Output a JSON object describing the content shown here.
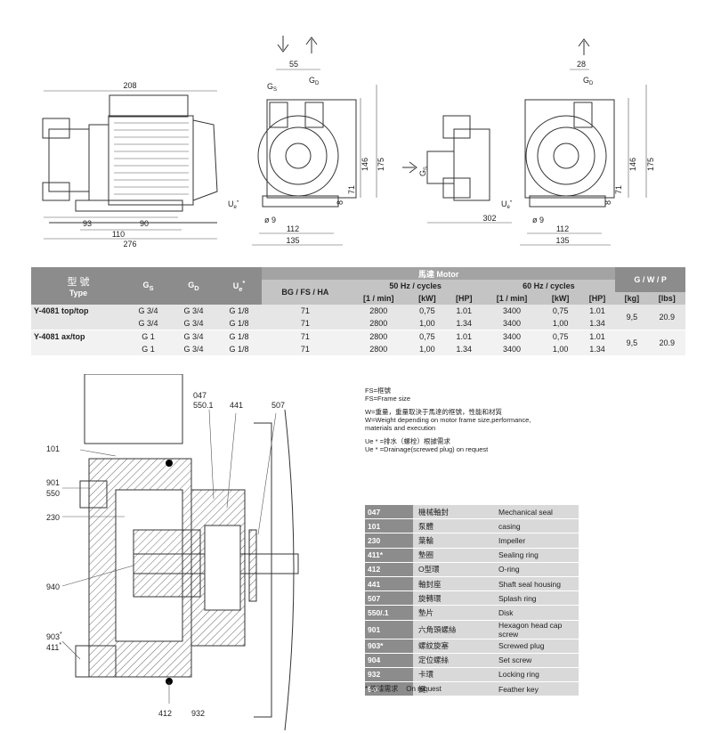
{
  "dims": {
    "d208": "208",
    "d93": "93",
    "d90": "90",
    "d110": "110",
    "d276": "276",
    "d55": "55",
    "gs": "G",
    "gs_sub": "S",
    "gd": "G",
    "gd_sub": "D",
    "d146": "146",
    "d175": "175",
    "d71": "71",
    "d8": "8",
    "ue": "U",
    "ue_sub": "e",
    "ue_sup": "*",
    "phi9": "ø 9",
    "d112": "112",
    "d135": "135",
    "d302": "302",
    "d28": "28"
  },
  "spec": {
    "h_type_zh": "型 號",
    "h_type_en": "Type",
    "h_gs": "G",
    "h_gs_sub": "S",
    "h_gd": "G",
    "h_gd_sub": "D",
    "h_ue": "U",
    "h_ue_sub": "e",
    "h_ue_sup": "*",
    "h_motor": "馬達 Motor",
    "h_frame": "BG / FS / HA",
    "h_50": "50 Hz / cycles",
    "h_60": "60 Hz / cycles",
    "h_min": "[1 / min]",
    "h_kw": "[kW]",
    "h_hp": "[HP]",
    "h_gwp": "G / W / P",
    "h_kg": "[kg]",
    "h_lbs": "[lbs]",
    "rows": [
      {
        "type": "Y-4081 top/top",
        "gs": "G 3/4",
        "gd": "G 3/4",
        "ue": "G 1/8",
        "frame": "71",
        "rpm50": "2800",
        "kw50": "0,75",
        "hp50": "1.01",
        "rpm60": "3400",
        "kw60": "0,75",
        "hp60": "1.01",
        "kg": "9,5",
        "lbs": "20.9"
      },
      {
        "type": "",
        "gs": "G 3/4",
        "gd": "G 3/4",
        "ue": "G 1/8",
        "frame": "71",
        "rpm50": "2800",
        "kw50": "1,00",
        "hp50": "1.34",
        "rpm60": "3400",
        "kw60": "1,00",
        "hp60": "1.34"
      },
      {
        "type": "Y-4081 ax/top",
        "gs": "G 1",
        "gd": "G 3/4",
        "ue": "G 1/8",
        "frame": "71",
        "rpm50": "2800",
        "kw50": "0,75",
        "hp50": "1.01",
        "rpm60": "3400",
        "kw60": "0,75",
        "hp60": "1.01",
        "kg": "9,5",
        "lbs": "20.9"
      },
      {
        "type": "",
        "gs": "G 1",
        "gd": "G 3/4",
        "ue": "G 1/8",
        "frame": "71",
        "rpm50": "2800",
        "kw50": "1,00",
        "hp50": "1.34",
        "rpm60": "3400",
        "kw60": "1,00",
        "hp60": "1.34"
      }
    ]
  },
  "section_labels": {
    "l047": "047",
    "l5501": "550.1",
    "l441": "441",
    "l507": "507",
    "l101": "101",
    "l901": "901",
    "l550": "550",
    "l230": "230",
    "l940": "940",
    "l903": "903",
    "l903s": "*",
    "l411": "411",
    "l411s": "*",
    "l412": "412",
    "l932": "932"
  },
  "notes": {
    "fs1": "FS=框號",
    "fs2": "FS=Frame size",
    "w1": "W=重量，重量取決于馬達的框號，性能和材質",
    "w2": "W=Weight depending on motor frame size,performance,",
    "w3": "materials and execution",
    "u1": "Ue * =排水（螺栓）根據需求",
    "u2": "Ue * =Drainage(screwed plug) on request"
  },
  "parts": [
    {
      "no": "047",
      "zh": "機械軸封",
      "en": "Mechanical seal"
    },
    {
      "no": "101",
      "zh": "泵體",
      "en": "casing"
    },
    {
      "no": "230",
      "zh": "葉輪",
      "en": "Impeller"
    },
    {
      "no": "411*",
      "zh": "墊圈",
      "en": "Sealing ring"
    },
    {
      "no": "412",
      "zh": "O型環",
      "en": "O-ring"
    },
    {
      "no": "441",
      "zh": "軸封座",
      "en": "Shaft seal housing"
    },
    {
      "no": "507",
      "zh": "旋轉環",
      "en": "Splash ring"
    },
    {
      "no": "550/.1",
      "zh": "墊片",
      "en": "Disk"
    },
    {
      "no": "901",
      "zh": "六角頭螺絲",
      "en": "Hexagon head cap screw"
    },
    {
      "no": "903*",
      "zh": "螺紋旋塞",
      "en": "Screwed plug"
    },
    {
      "no": "904",
      "zh": "定位螺絲",
      "en": "Set screw"
    },
    {
      "no": "932",
      "zh": "卡環",
      "en": "Locking ring"
    },
    {
      "no": "940",
      "zh": "鍵",
      "en": "Feather key"
    }
  ],
  "footnote": {
    "star": "* 依據需求",
    "text": "On request"
  }
}
